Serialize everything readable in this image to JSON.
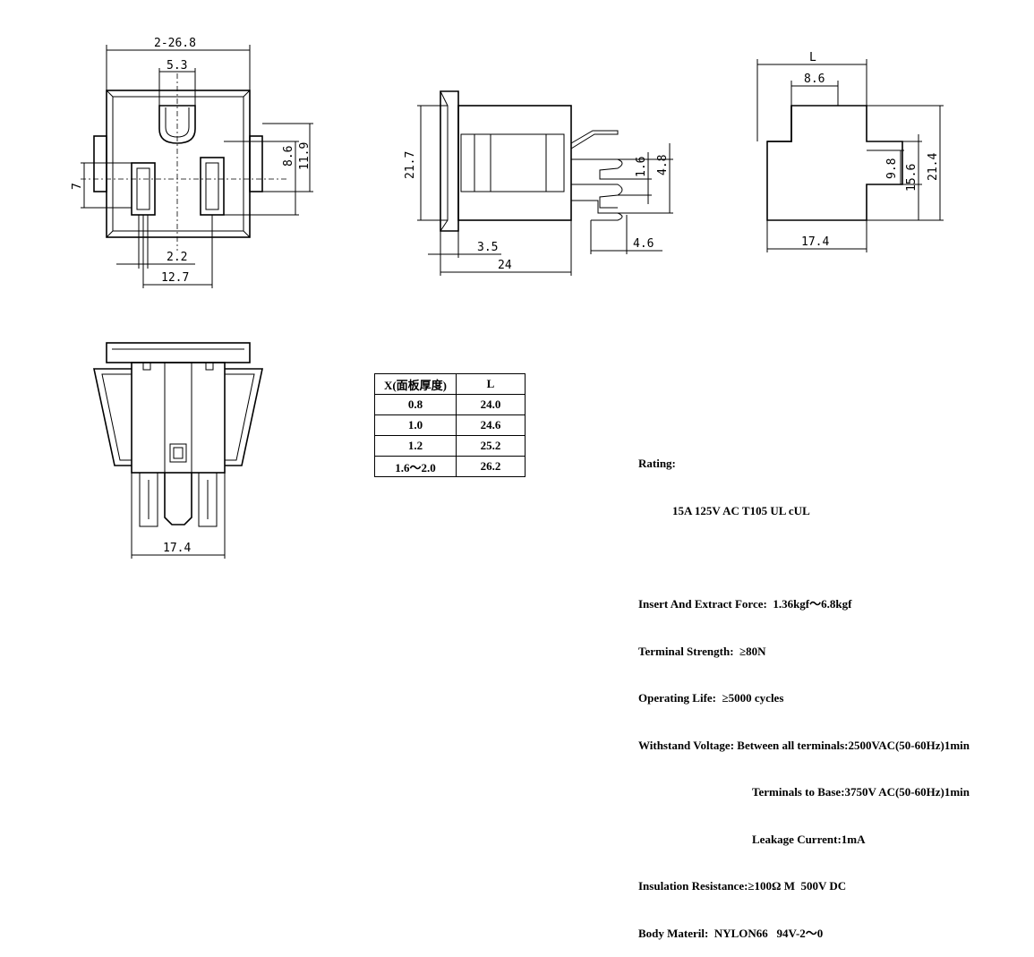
{
  "dimensions": {
    "front_width": "2-26.8",
    "ground_slot_width": "5.3",
    "pin_height_8_6": "8.6",
    "body_height_11_9": "11.9",
    "slot_height_7": "7",
    "pin_gap": "2.2",
    "pin_spacing": "12.7",
    "side_height": "21.7",
    "bezel_depth": "3.5",
    "side_length": "24",
    "terminal_1_6": "1.6",
    "terminal_4_8": "4.8",
    "terminal_4_6": "4.6",
    "cutout_L": "L",
    "cutout_top_width": "8.6",
    "cutout_9_8": "9.8",
    "cutout_15_6": "15.6",
    "cutout_21_4": "21.4",
    "cutout_bottom_width": "17.4",
    "bottom_width": "17.4"
  },
  "table": {
    "header_x": "X(面板厚度)",
    "header_l": "L",
    "rows": [
      {
        "x": "0.8",
        "l": "24.0"
      },
      {
        "x": "1.0",
        "l": "24.6"
      },
      {
        "x": "1.2",
        "l": "25.2"
      },
      {
        "x": "1.6～2.0",
        "l": "26.2"
      }
    ]
  },
  "specs": {
    "rating_title": "Rating:",
    "rating_value": "15A 125V AC T105 UL cUL",
    "insert_force": "Insert And Extract Force:  1.36kgf～6.8kgf",
    "terminal_strength": "Terminal Strength:  ≥80N",
    "operating_life": "Operating Life:  ≥5000 cycles",
    "withstand_1": "Withstand Voltage: Between all terminals:2500VAC(50-60Hz)1min",
    "withstand_2": "Terminals to Base:3750V AC(50-60Hz)1min",
    "withstand_3": "Leakage Current:1mA",
    "insulation": "Insulation Resistance:≥100Ω M  500V DC",
    "body_material": "Body Materil:  NYLON66   94V-2～0"
  }
}
